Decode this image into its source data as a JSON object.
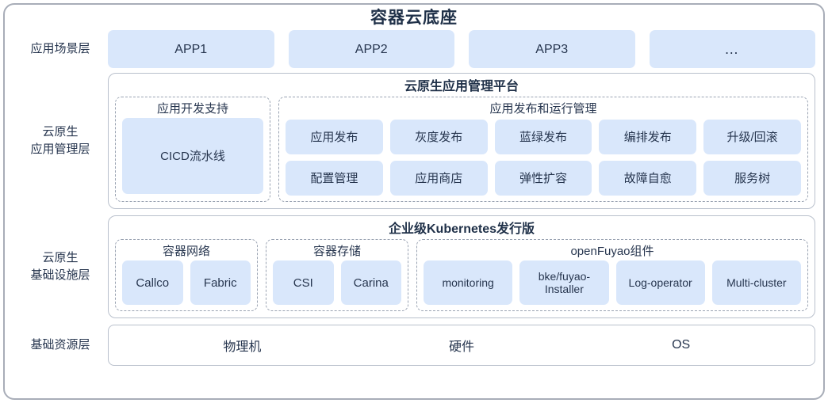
{
  "title": "容器云底座",
  "layers": {
    "app_scene": {
      "label": "应用场景层",
      "apps": [
        {
          "name": "APP1"
        },
        {
          "name": "APP2"
        },
        {
          "name": "APP3"
        },
        {
          "name": "…"
        }
      ]
    },
    "app_mgmt": {
      "label": "云原生\n应用管理层",
      "panel_title": "云原生应用管理平台",
      "groups": [
        {
          "title": "应用开发支持",
          "rows": [
            [
              "CICD流水线"
            ]
          ]
        },
        {
          "title": "应用发布和运行管理",
          "rows": [
            [
              "应用发布",
              "灰度发布",
              "蓝绿发布",
              "编排发布",
              "升级/回滚"
            ],
            [
              "配置管理",
              "应用商店",
              "弹性扩容",
              "故障自愈",
              "服务树"
            ]
          ]
        }
      ]
    },
    "infra": {
      "label": "云原生\n基础设施层",
      "panel_title": "企业级Kubernetes发行版",
      "groups": [
        {
          "title": "容器网络",
          "rows": [
            [
              "Callco",
              "Fabric"
            ]
          ]
        },
        {
          "title": "容器存储",
          "rows": [
            [
              "CSI",
              "Carina"
            ]
          ]
        },
        {
          "title": "openFuyao组件",
          "rows": [
            [
              "monitoring",
              "bke/fuyao-Installer",
              "Log-operator",
              "Multi-cluster"
            ]
          ]
        }
      ]
    },
    "base": {
      "label": "基础资源层",
      "items": [
        "物理机",
        "硬件",
        "OS"
      ]
    }
  },
  "colors": {
    "pill_fill": "#d9e7fb",
    "text_dark": "#27364f",
    "title_dark": "#1f3048",
    "frame_border": "#a8adb8",
    "panel_border": "#b9c0cc",
    "dashed_border": "#9aa3b2"
  }
}
